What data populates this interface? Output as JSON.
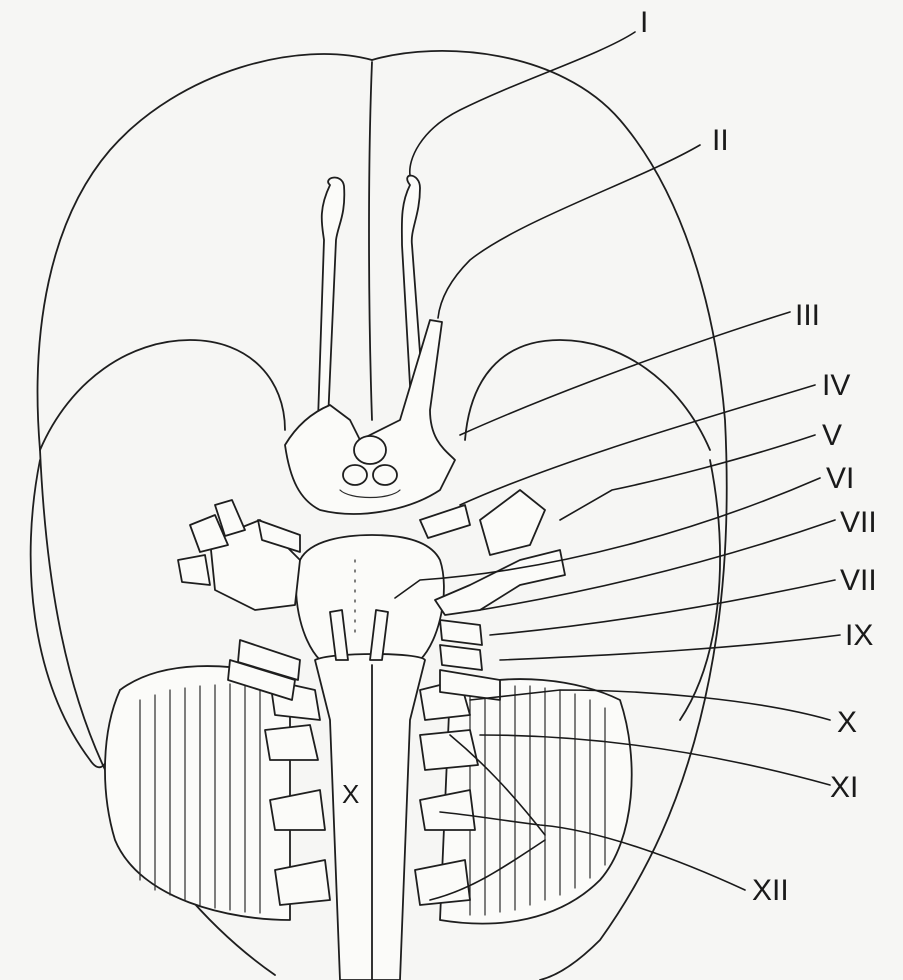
{
  "diagram": {
    "labels": [
      {
        "id": "I",
        "text": "I"
      },
      {
        "id": "II",
        "text": "II"
      },
      {
        "id": "III",
        "text": "III"
      },
      {
        "id": "IV",
        "text": "IV"
      },
      {
        "id": "V",
        "text": "V"
      },
      {
        "id": "VI",
        "text": "VI"
      },
      {
        "id": "VII_a",
        "text": "VII"
      },
      {
        "id": "VII_b",
        "text": "VII"
      },
      {
        "id": "IX",
        "text": "IX"
      },
      {
        "id": "X",
        "text": "X"
      },
      {
        "id": "XI",
        "text": "XI"
      },
      {
        "id": "XII",
        "text": "XII"
      }
    ],
    "center_label": "X"
  }
}
